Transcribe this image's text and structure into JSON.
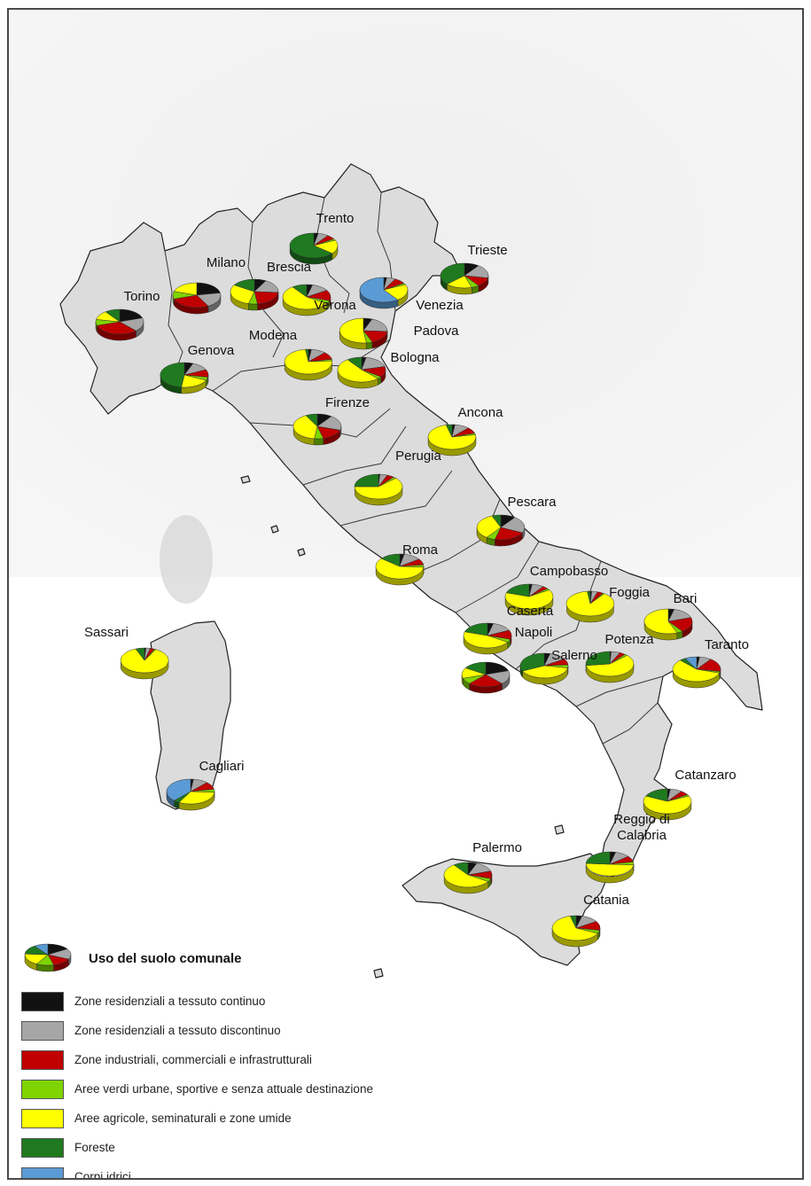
{
  "map": {
    "categories": [
      {
        "name": "Zone residenziali a tessuto continuo",
        "color": "#111111"
      },
      {
        "name": "Zone residenziali a tessuto discontinuo",
        "color": "#a6a6a6"
      },
      {
        "name": "Zone industriali, commerciali e infrastrutturali",
        "color": "#c00000"
      },
      {
        "name": "Aree verdi urbane, sportive e senza attuale destinazione",
        "color": "#7fd400"
      },
      {
        "name": "Aree agricole, seminaturali e zone umide",
        "color": "#ffff00"
      },
      {
        "name": "Foreste",
        "color": "#1f7a1f"
      },
      {
        "name": "Corpi idrici",
        "color": "#5b9bd5"
      }
    ],
    "cities": [
      {
        "name": "Trento",
        "shares": [
          3,
          7,
          6,
          2,
          18,
          64,
          0
        ]
      },
      {
        "name": "Trieste",
        "shares": [
          10,
          18,
          12,
          5,
          18,
          37,
          0
        ]
      },
      {
        "name": "Milano",
        "shares": [
          22,
          20,
          28,
          10,
          20,
          0,
          0
        ]
      },
      {
        "name": "Brescia",
        "shares": [
          8,
          18,
          22,
          6,
          30,
          16,
          0
        ]
      },
      {
        "name": "Venezia",
        "shares": [
          2,
          6,
          8,
          2,
          22,
          0,
          60
        ]
      },
      {
        "name": "Torino",
        "shares": [
          20,
          18,
          32,
          8,
          12,
          10,
          0
        ]
      },
      {
        "name": "Verona",
        "shares": [
          4,
          12,
          14,
          4,
          56,
          10,
          0
        ]
      },
      {
        "name": "Padova",
        "shares": [
          6,
          20,
          18,
          4,
          52,
          0,
          0
        ]
      },
      {
        "name": "Modena",
        "shares": [
          2,
          10,
          10,
          2,
          74,
          2,
          0
        ]
      },
      {
        "name": "Bologna",
        "shares": [
          3,
          18,
          14,
          3,
          52,
          10,
          0
        ]
      },
      {
        "name": "Genova",
        "shares": [
          6,
          12,
          10,
          4,
          20,
          48,
          0
        ]
      },
      {
        "name": "Firenze",
        "shares": [
          10,
          20,
          16,
          6,
          40,
          8,
          0
        ]
      },
      {
        "name": "Ancona",
        "shares": [
          2,
          10,
          8,
          2,
          74,
          4,
          0
        ]
      },
      {
        "name": "Perugia",
        "shares": [
          1,
          5,
          5,
          2,
          62,
          25,
          0
        ]
      },
      {
        "name": "Pescara",
        "shares": [
          10,
          22,
          22,
          6,
          34,
          6,
          0
        ]
      },
      {
        "name": "Roma",
        "shares": [
          3,
          12,
          8,
          3,
          60,
          14,
          0
        ]
      },
      {
        "name": "Campobasso",
        "shares": [
          2,
          8,
          4,
          2,
          64,
          20,
          0
        ]
      },
      {
        "name": "Foggia",
        "shares": [
          1,
          4,
          4,
          1,
          88,
          2,
          0
        ]
      },
      {
        "name": "Bari",
        "shares": [
          4,
          16,
          20,
          4,
          56,
          0,
          0
        ]
      },
      {
        "name": "Caserta",
        "shares": [
          4,
          14,
          12,
          4,
          46,
          20,
          0
        ]
      },
      {
        "name": "Napoli",
        "shares": [
          20,
          18,
          24,
          8,
          14,
          16,
          0
        ]
      },
      {
        "name": "Salerno",
        "shares": [
          4,
          12,
          8,
          4,
          40,
          32,
          0
        ]
      },
      {
        "name": "Potenza",
        "shares": [
          1,
          6,
          4,
          2,
          60,
          27,
          0
        ]
      },
      {
        "name": "Taranto",
        "shares": [
          2,
          8,
          18,
          2,
          58,
          4,
          8
        ]
      },
      {
        "name": "Sassari",
        "shares": [
          1,
          3,
          3,
          1,
          86,
          6,
          0
        ]
      },
      {
        "name": "Cagliari",
        "shares": [
          2,
          10,
          10,
          4,
          32,
          4,
          38
        ]
      },
      {
        "name": "Catanzaro",
        "shares": [
          2,
          8,
          6,
          2,
          64,
          18,
          0
        ]
      },
      {
        "name": "Reggio di Calabria",
        "shares": [
          4,
          10,
          8,
          4,
          50,
          24,
          0
        ]
      },
      {
        "name": "Palermo",
        "shares": [
          6,
          14,
          10,
          4,
          56,
          10,
          0
        ]
      },
      {
        "name": "Catania",
        "shares": [
          4,
          12,
          12,
          4,
          64,
          4,
          0
        ]
      }
    ]
  },
  "legend": {
    "title": "Uso del suolo comunale"
  }
}
